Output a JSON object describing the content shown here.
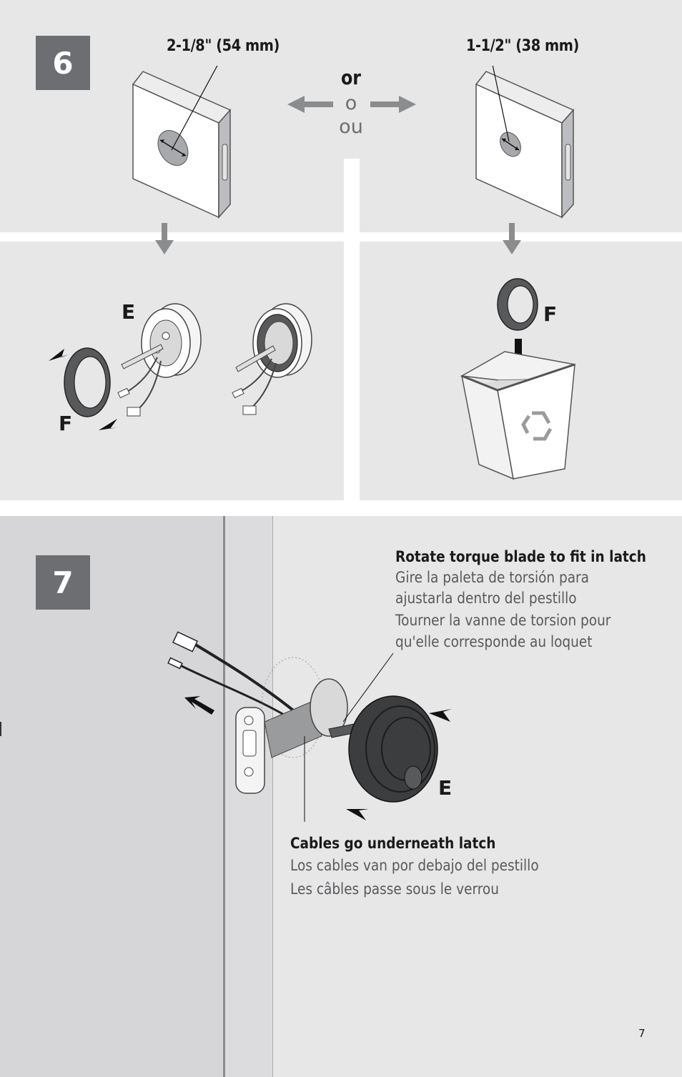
{
  "step6": {
    "number": "6",
    "dim_large": "2-1/8\" (54 mm)",
    "dim_small": "1-1/2\" (38 mm)",
    "or_en": "or",
    "or_es": "o",
    "or_fr": "ou",
    "label_e": "E",
    "label_f_left": "F",
    "label_f_right": "F"
  },
  "step7": {
    "number": "7",
    "label_e": "E",
    "rotate": {
      "en": "Rotate torque blade to fit in latch",
      "es1": "Gire la paleta de torsión para",
      "es2": "ajustarla dentro del pestillo",
      "fr1": "Tourner la vanne de torsion pour",
      "fr2": "qu'elle corresponde au loquet"
    },
    "cables": {
      "en": "Cables go underneath latch",
      "es": "Los cables van por debajo del pestillo",
      "fr": "Les câbles passe sous le verrou"
    }
  },
  "page_number": "7"
}
